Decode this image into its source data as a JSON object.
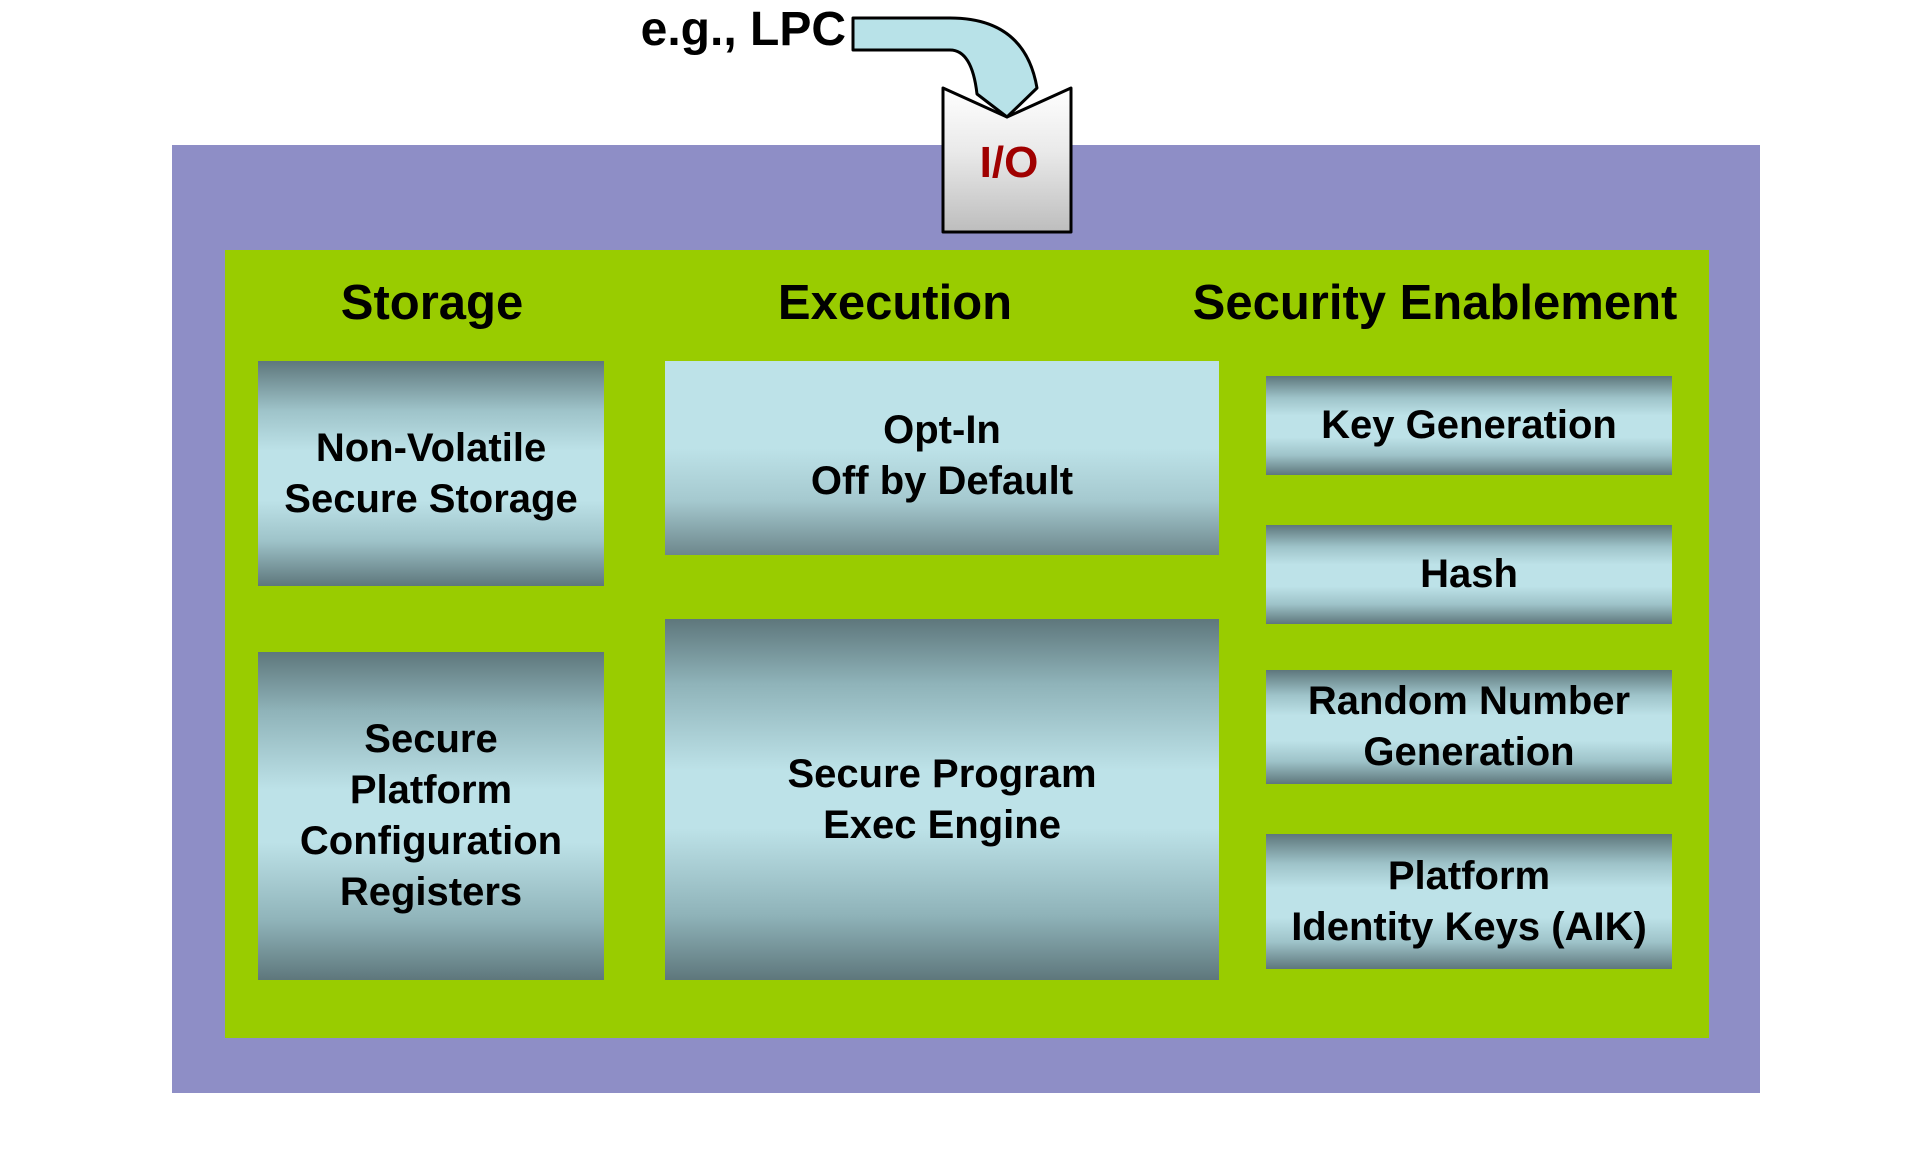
{
  "bus_label": "e.g., LPC",
  "io_label": "I/O",
  "colors": {
    "outer_fill": "#8e8ec6",
    "inner_fill": "#99cc00",
    "arrow_fill": "#b8e2e8",
    "io_text": "#a00000",
    "block_light": "#bde2e8",
    "block_dark": "#5e777c"
  },
  "columns": {
    "storage": {
      "heading": "Storage",
      "blocks": [
        {
          "lines": [
            "Non-Volatile",
            "Secure Storage"
          ]
        },
        {
          "lines": [
            "Secure",
            "Platform",
            "Configuration",
            "Registers"
          ]
        }
      ]
    },
    "execution": {
      "heading": "Execution",
      "blocks": [
        {
          "lines": [
            "Opt-In",
            "Off by Default"
          ]
        },
        {
          "lines": [
            "Secure Program",
            "Exec Engine"
          ]
        }
      ]
    },
    "security": {
      "heading": "Security Enablement",
      "blocks": [
        {
          "lines": [
            "Key Generation"
          ]
        },
        {
          "lines": [
            "Hash"
          ]
        },
        {
          "lines": [
            "Random Number",
            "Generation"
          ]
        },
        {
          "lines": [
            "Platform",
            "Identity Keys (AIK)"
          ]
        }
      ]
    }
  }
}
